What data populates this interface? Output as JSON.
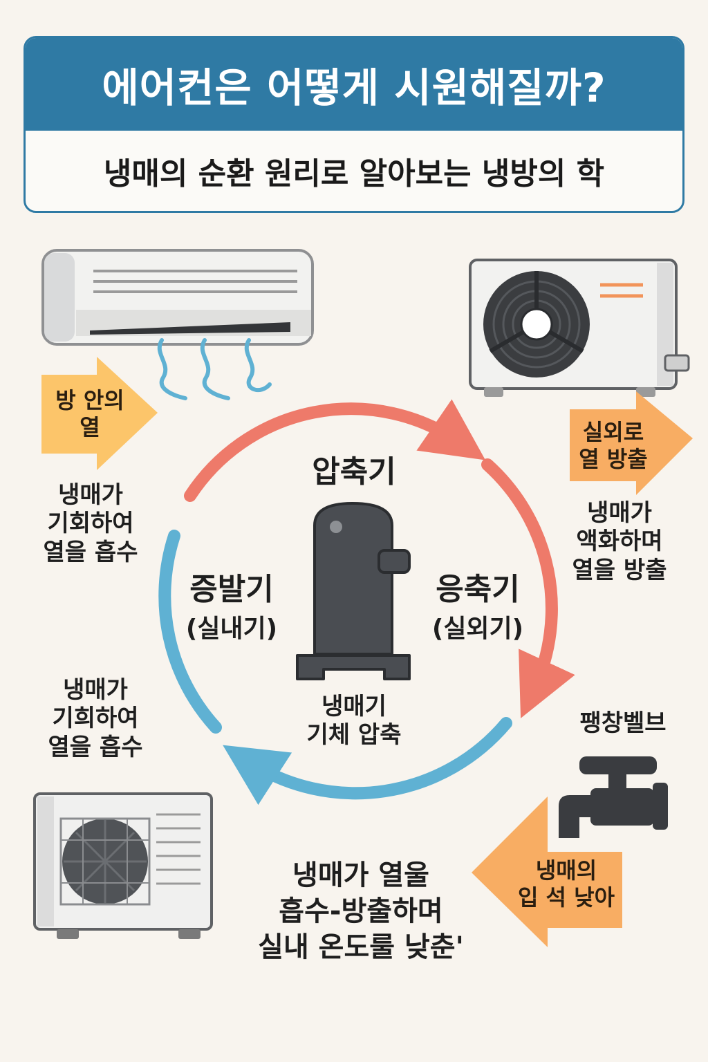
{
  "header": {
    "title": "에어컨은 어떻게 시원해질까?",
    "subtitle": "냉매의 순환 원리로 알아보는 냉방의 학"
  },
  "center": {
    "compressor_label": "압축기",
    "compressor_desc": "냉매기\n기체 압축"
  },
  "evaporator": {
    "label": "증발기",
    "sub": "(실내기)"
  },
  "condenser": {
    "label": "응축기",
    "sub": "(실외기)"
  },
  "left_arrow": {
    "text": "방 안의\n열"
  },
  "left_desc_top": "냉매가\n기회하여\n열을 흡수",
  "left_desc_bottom": "냉매가\n기희하여\n열을 흡수",
  "right_arrow_top": {
    "text": "실외로\n열 방출"
  },
  "right_desc": "냉매가\n액화하며\n열을 방출",
  "valve_label": "팽창벨브",
  "right_arrow_bottom": {
    "text": "냉매의\n입 석 낮아"
  },
  "bottom_summary": "냉매가 열울\n흡수-방출하며\n실내 온도룰 낮춘'",
  "colors": {
    "header_blue": "#2f7aa4",
    "hot_arc": "#ee7a6a",
    "cold_arc": "#5fb1d3",
    "yellow_arrow": "#fcc56a",
    "orange_arrow": "#f8ad63",
    "compressor": "#4a4d52"
  },
  "icons": [
    "indoor-ac-unit-icon",
    "outdoor-unit-icon",
    "compressor-icon",
    "expansion-valve-icon",
    "cold-air-waves-icon"
  ]
}
